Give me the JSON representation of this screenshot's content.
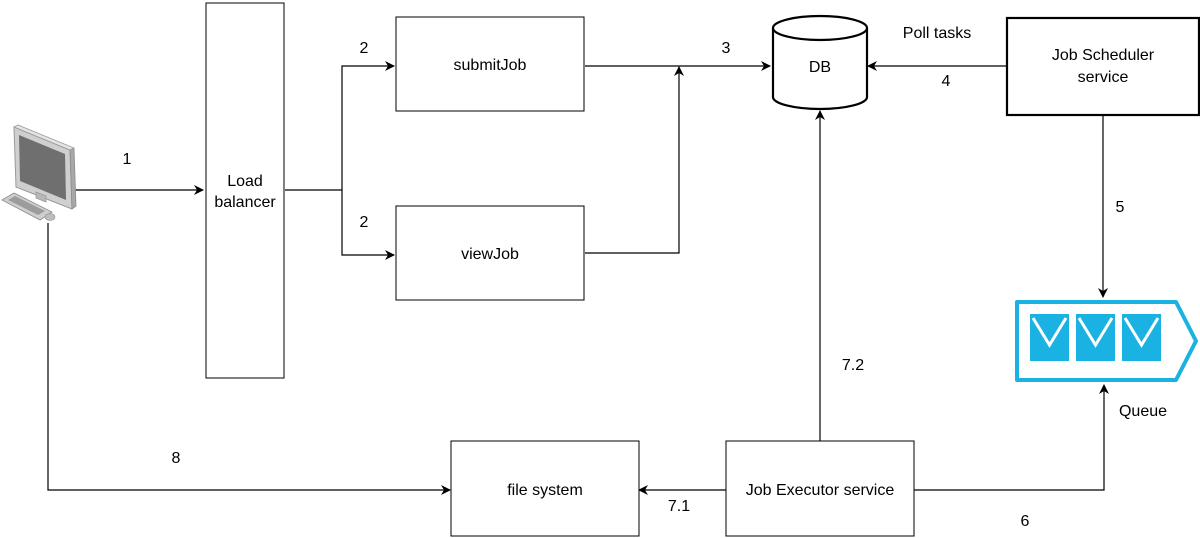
{
  "colors": {
    "queue": "#1ab2e3",
    "monitor_frame": "#c8c8c8",
    "monitor_screen": "#6f6f6f",
    "stroke": "#000000"
  },
  "nodes": {
    "client": {
      "icon": "desktop-computer-icon"
    },
    "load_balancer": {
      "label_line1": "Load",
      "label_line2": "balancer"
    },
    "submit_job": {
      "label": "submitJob"
    },
    "view_job": {
      "label": "viewJob"
    },
    "db": {
      "label": "DB",
      "icon": "database-cylinder-icon"
    },
    "job_scheduler": {
      "label_line1": "Job Scheduler",
      "label_line2": "service"
    },
    "queue": {
      "label": "Queue",
      "icon": "message-queue-icon"
    },
    "job_executor": {
      "label": "Job Executor service"
    },
    "file_system": {
      "label": "file system"
    }
  },
  "edges": {
    "client_to_lb": {
      "label": "1"
    },
    "lb_to_submit": {
      "label": "2"
    },
    "lb_to_view": {
      "label": "2"
    },
    "api_to_db": {
      "label": "3"
    },
    "poll_tasks": {
      "label": "Poll tasks"
    },
    "scheduler_to_db": {
      "label": "4"
    },
    "scheduler_to_queue": {
      "label": "5"
    },
    "queue_to_executor": {
      "label": "6"
    },
    "executor_to_fs": {
      "label": "7.1"
    },
    "executor_to_db": {
      "label": "7.2"
    },
    "client_to_fs": {
      "label": "8"
    }
  }
}
